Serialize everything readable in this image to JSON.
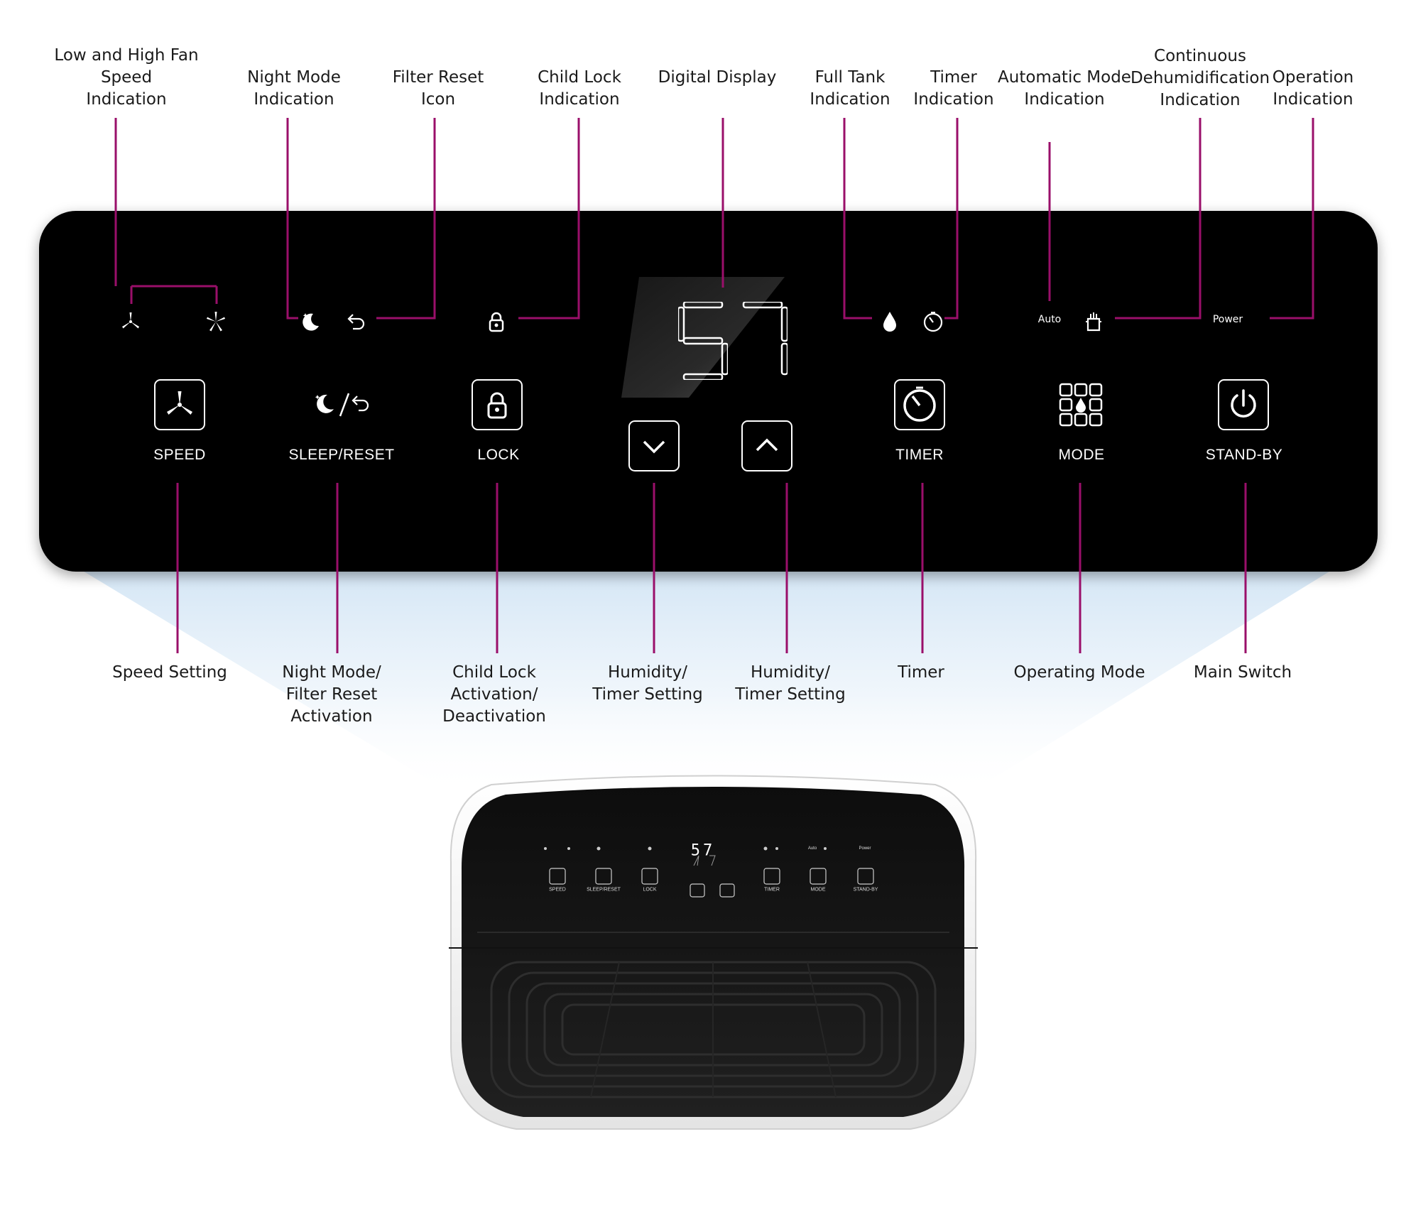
{
  "callouts_top": [
    {
      "text": "Low and High Fan Speed\nIndication"
    },
    {
      "text": "Night Mode\nIndication"
    },
    {
      "text": "Filter Reset\nIcon"
    },
    {
      "text": "Child Lock\nIndication"
    },
    {
      "text": "Digital Display"
    },
    {
      "text": "Full Tank\nIndication"
    },
    {
      "text": "Timer\nIndication"
    },
    {
      "text": "Automatic Mode\nIndication"
    },
    {
      "text": "Continuous\nDehumidification\nIndication"
    },
    {
      "text": "Operation\nIndication"
    }
  ],
  "callouts_bottom": [
    {
      "text": "Speed Setting"
    },
    {
      "text": "Night Mode/\nFilter Reset\nActivation"
    },
    {
      "text": "Child Lock\nActivation/\nDeactivation"
    },
    {
      "text": "Humidity/\nTimer Setting"
    },
    {
      "text": "Humidity/\nTimer Setting"
    },
    {
      "text": "Timer"
    },
    {
      "text": "Operating Mode"
    },
    {
      "text": "Main Switch"
    }
  ],
  "panel": {
    "indicators": {
      "auto": "Auto",
      "power": "Power"
    },
    "display_value": "57",
    "buttons": {
      "speed": "SPEED",
      "sleep_reset": "SLEEP/RESET",
      "lock": "LOCK",
      "timer": "TIMER",
      "mode": "MODE",
      "standby": "STAND-BY"
    }
  },
  "device": {
    "display_value": "57",
    "indicators": {
      "auto": "Auto",
      "power": "Power"
    },
    "buttons": {
      "speed": "SPEED",
      "sleep_reset": "SLEEP/RESET",
      "lock": "LOCK",
      "timer": "TIMER",
      "mode": "MODE",
      "standby": "STAND-BY"
    }
  },
  "colors": {
    "leader": "#9a0f6a",
    "panel": "#000000",
    "glow": "#dcebf7"
  },
  "icons": [
    "fan-low-icon",
    "fan-high-icon",
    "moon-icon",
    "return-arrow-icon",
    "padlock-icon",
    "water-drop-icon",
    "timer-icon",
    "tank-icon",
    "power-icon",
    "mode-grid-icon",
    "chevron-down-icon",
    "chevron-up-icon"
  ]
}
